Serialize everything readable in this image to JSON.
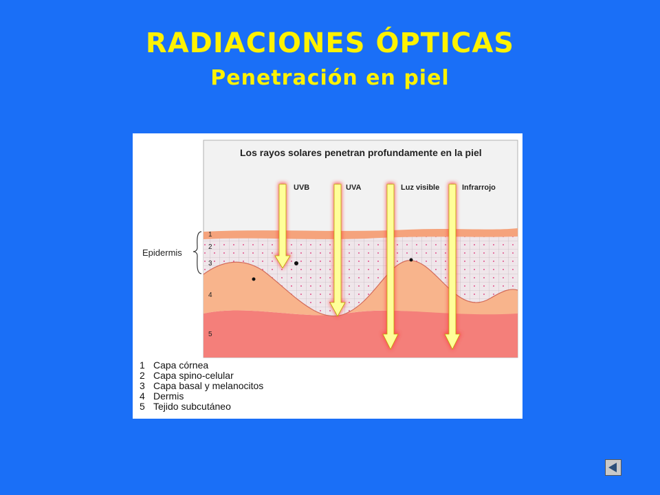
{
  "slide": {
    "title": "RADIACIONES ÓPTICAS",
    "subtitle": "Penetración en piel"
  },
  "figure": {
    "heading": "Los rayos solares penetran profundamente en la piel",
    "rays": [
      "UVB",
      "UVA",
      "Luz visible",
      "Infrarrojo"
    ],
    "epidermis_label": "Epidermis",
    "layer_numbers": [
      "1",
      "2",
      "3",
      "4",
      "5"
    ],
    "legend": [
      {
        "num": "1",
        "text": "Capa córnea"
      },
      {
        "num": "2",
        "text": "Capa spino-celular"
      },
      {
        "num": "3",
        "text": "Capa basal y melanocitos"
      },
      {
        "num": "4",
        "text": "Dermis"
      },
      {
        "num": "5",
        "text": "Tejido subcutáneo"
      }
    ]
  },
  "colors": {
    "background": "#1a6ff7",
    "title": "#fff200",
    "arrow_fill": "#ffff99",
    "arrow_glow": "#ff4444",
    "dermis": "#f8b48c",
    "subcutaneous": "#f47f7a",
    "epidermis": "#efe6ea"
  },
  "icons": {
    "nav": "back-triangle-icon"
  }
}
